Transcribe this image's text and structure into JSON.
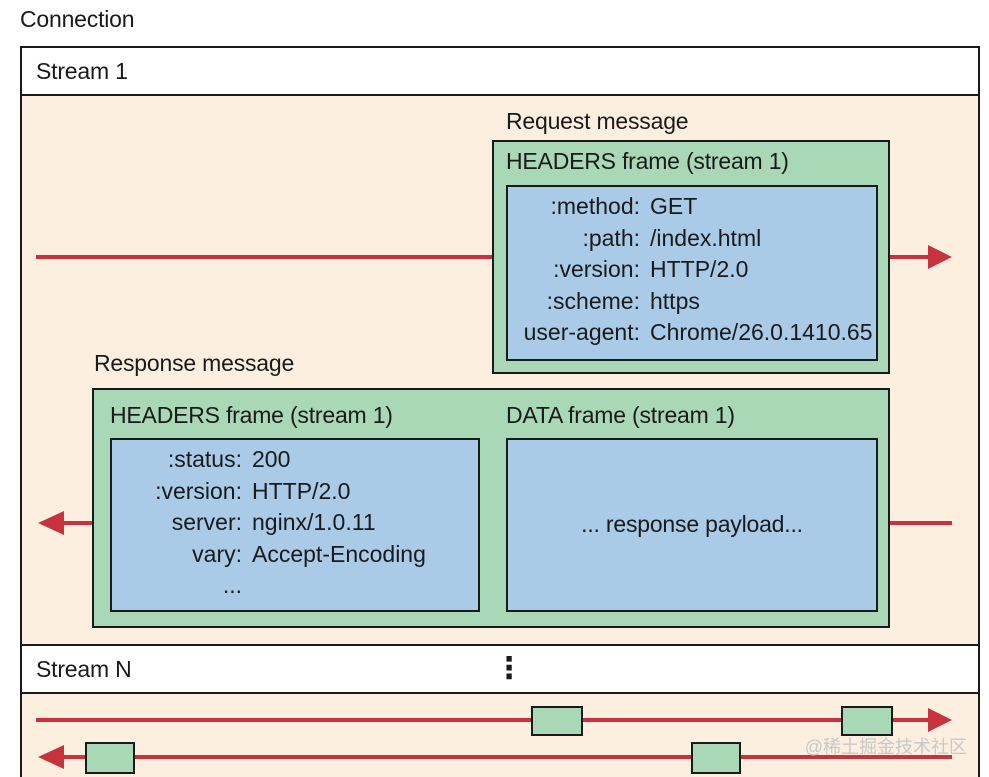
{
  "connection": {
    "title": "Connection",
    "stream1_label": "Stream 1",
    "streamN_label": "Stream N",
    "ellipsis": "⋮"
  },
  "request": {
    "title": "Request message",
    "headers_frame": {
      "title": "HEADERS frame (stream 1)",
      "rows": [
        {
          "key": ":method:",
          "value": "GET"
        },
        {
          "key": ":path:",
          "value": "/index.html"
        },
        {
          "key": ":version:",
          "value": "HTTP/2.0"
        },
        {
          "key": ":scheme:",
          "value": "https"
        },
        {
          "key": "user-agent:",
          "value": "Chrome/26.0.1410.65"
        }
      ]
    }
  },
  "response": {
    "title": "Response message",
    "headers_frame": {
      "title": "HEADERS frame (stream 1)",
      "rows": [
        {
          "key": ":status:",
          "value": "200"
        },
        {
          "key": ":version:",
          "value": "HTTP/2.0"
        },
        {
          "key": "server:",
          "value": "nginx/1.0.11"
        },
        {
          "key": "vary:",
          "value": "Accept-Encoding"
        },
        {
          "key": "...",
          "value": ""
        }
      ]
    },
    "data_frame": {
      "title": "DATA frame (stream 1)",
      "payload": "... response payload..."
    }
  },
  "watermark": "@稀土掘金技术社区",
  "colors": {
    "stream_bg": "#fcefe0",
    "frame_green": "#a9d8b6",
    "header_blue": "#a9cbe8",
    "arrow_red": "#c8323c"
  }
}
